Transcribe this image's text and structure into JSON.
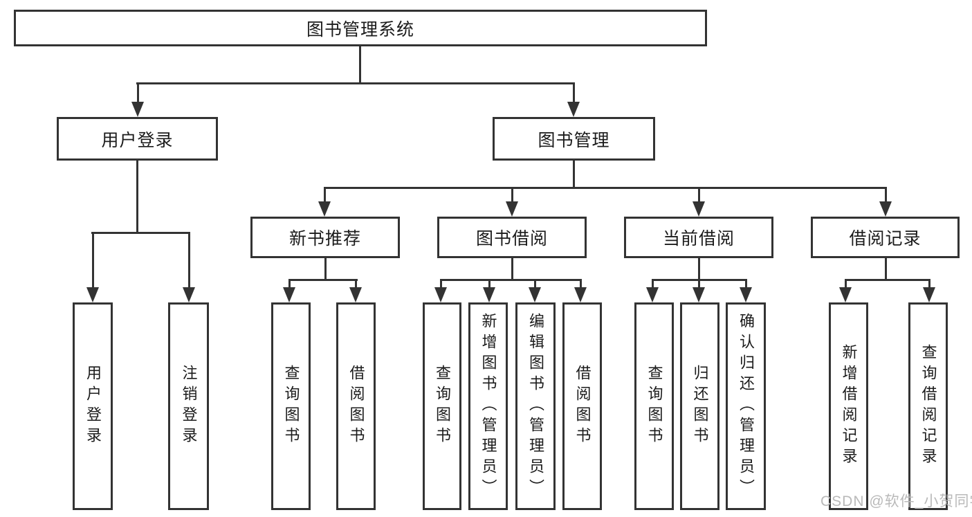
{
  "diagram": {
    "title": "图书管理系统",
    "branches": {
      "user_login": {
        "label": "用户登录",
        "children": [
          "用户登录",
          "注销登录"
        ]
      },
      "book_management": {
        "label": "图书管理",
        "sections": {
          "new_book_recommend": {
            "label": "新书推荐",
            "children": [
              "查询图书",
              "借阅图书"
            ]
          },
          "book_borrow": {
            "label": "图书借阅",
            "children": [
              "查询图书",
              "新增图书（管理员）",
              "编辑图书（管理员）",
              "借阅图书"
            ]
          },
          "current_borrow": {
            "label": "当前借阅",
            "children": [
              "查询图书",
              "归还图书",
              "确认归还（管理员）"
            ]
          },
          "borrow_records": {
            "label": "借阅记录",
            "children": [
              "新增借阅记录",
              "查询借阅记录"
            ]
          }
        }
      }
    },
    "colors": {
      "line": "#333333",
      "text": "#1b1b1b",
      "background": "#ffffff",
      "watermark": "#b9b9b9"
    }
  },
  "watermark": "CSDN @软件_小贺同学"
}
